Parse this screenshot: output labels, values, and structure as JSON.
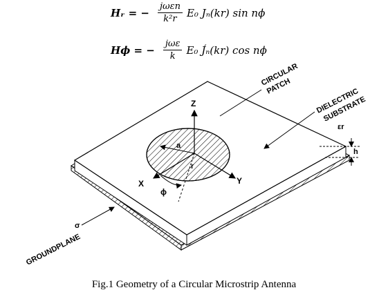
{
  "equations": {
    "hr": {
      "lhs": "Hᵣ = −",
      "num": "jωεn",
      "den": "k²r",
      "rhs": "E₀ Jₙ(kr) sin nϕ"
    },
    "hphi": {
      "lhs": "Hϕ = −",
      "num": "jωε",
      "den": "k",
      "rhs": "E₀ J́ₙ(kr) cos nϕ"
    }
  },
  "labels": {
    "circular_patch_line1": "CIRCULAR",
    "circular_patch_line2": "PATCH",
    "dielectric_line1": "DIELECTRIC",
    "dielectric_line2": "SUBSTRATE",
    "epsilon": "εr",
    "groundplane": "GROUNDPLANE",
    "sigma": "σ",
    "z_axis": "Z",
    "x_axis": "X",
    "y_axis": "Y",
    "phi": "ϕ",
    "radius": "a",
    "r": "r",
    "h": "h"
  },
  "caption": "Fig.1 Geometry of a Circular Microstrip Antenna"
}
